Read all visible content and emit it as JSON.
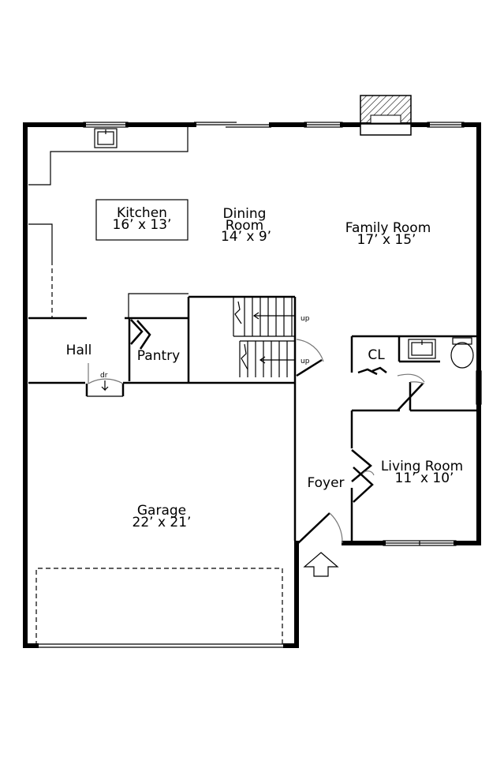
{
  "rooms": {
    "kitchen": {
      "name": "Kitchen",
      "size": "16’ x 13’"
    },
    "dining": {
      "name1": "Dining",
      "name2": "Room",
      "size": "14’ x 9’"
    },
    "family": {
      "name": "Family Room",
      "size": "17’ x 15’"
    },
    "hall": {
      "name": "Hall"
    },
    "pantry": {
      "name": "Pantry"
    },
    "closet": {
      "name": "CL"
    },
    "living": {
      "name": "Living Room",
      "size": "11’ x 10’"
    },
    "foyer": {
      "name": "Foyer"
    },
    "garage": {
      "name": "Garage",
      "size": "22’ x 21’"
    }
  },
  "annotations": {
    "stairs_up_1": "up",
    "stairs_up_2": "up",
    "dryer": "dr"
  }
}
